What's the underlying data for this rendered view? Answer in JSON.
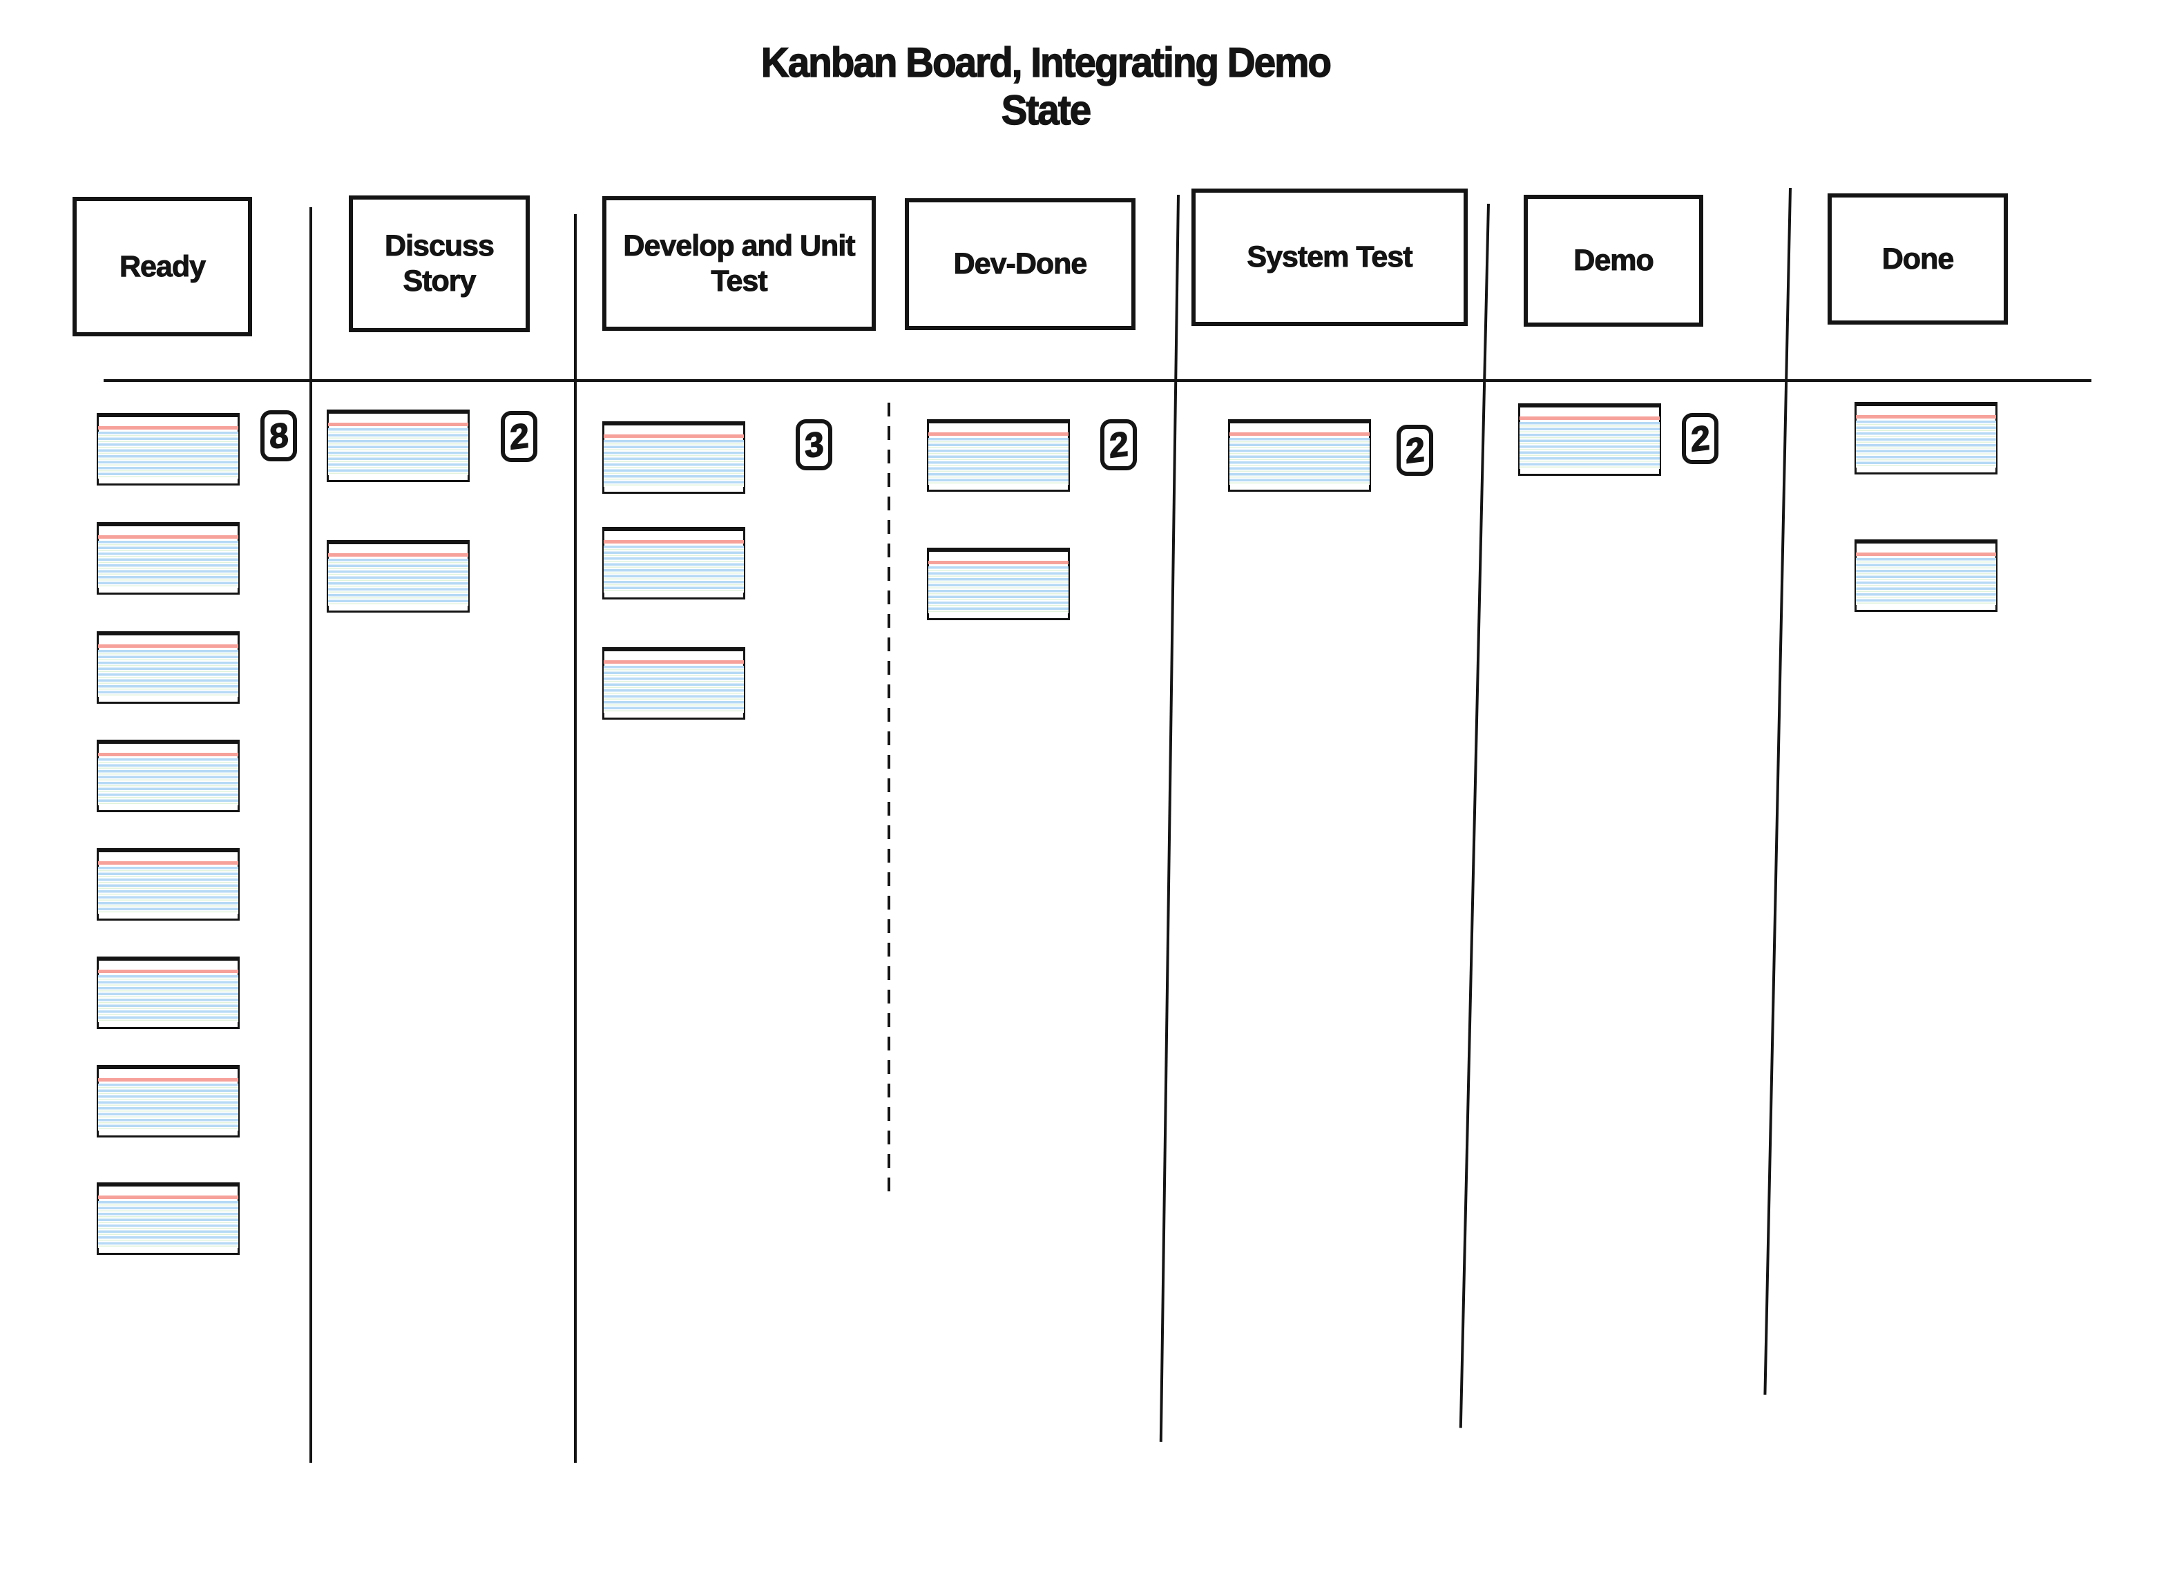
{
  "title": "Kanban Board, Integrating Demo State",
  "columns": [
    {
      "key": "ready",
      "label": "Ready",
      "wip_limit": "8",
      "card_count": 8
    },
    {
      "key": "discuss-story",
      "label": "Discuss Story",
      "wip_limit": "2",
      "card_count": 2
    },
    {
      "key": "develop-and-unit-test",
      "label": "Develop and Unit Test",
      "wip_limit": "3",
      "card_count": 3
    },
    {
      "key": "dev-done",
      "label": "Dev-Done",
      "wip_limit": "2",
      "card_count": 2
    },
    {
      "key": "system-test",
      "label": "System Test",
      "wip_limit": "2",
      "card_count": 1
    },
    {
      "key": "demo",
      "label": "Demo",
      "wip_limit": "2",
      "card_count": 1
    },
    {
      "key": "done",
      "label": "Done",
      "wip_limit": "",
      "card_count": 2
    }
  ],
  "colors": {
    "line": "#141414",
    "card_top_line_pink": "#f6a29b",
    "card_rule_blue": "#b5d9f6",
    "card_rule_green": "#e2f3dc"
  }
}
